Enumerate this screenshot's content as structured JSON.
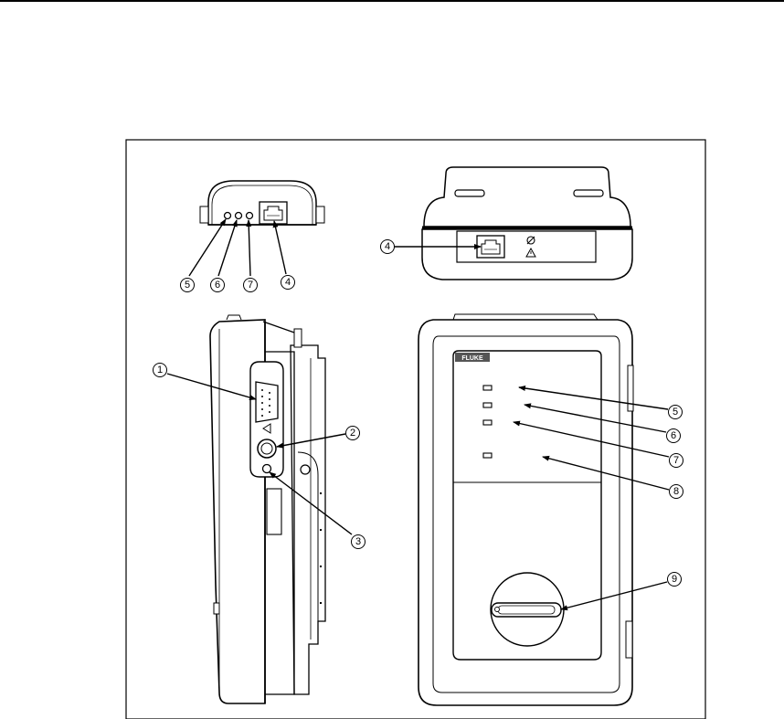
{
  "figure": {
    "brand_label": "FLUKE",
    "callouts": {
      "c1": "1",
      "c2": "2",
      "c3": "3",
      "c4_top": "4",
      "c4_side": "4",
      "c5_top": "5",
      "c6_top": "6",
      "c7_top": "7",
      "c5_front": "5",
      "c6_front": "6",
      "c7_front": "7",
      "c8_front": "8",
      "c9_front": "9"
    }
  }
}
